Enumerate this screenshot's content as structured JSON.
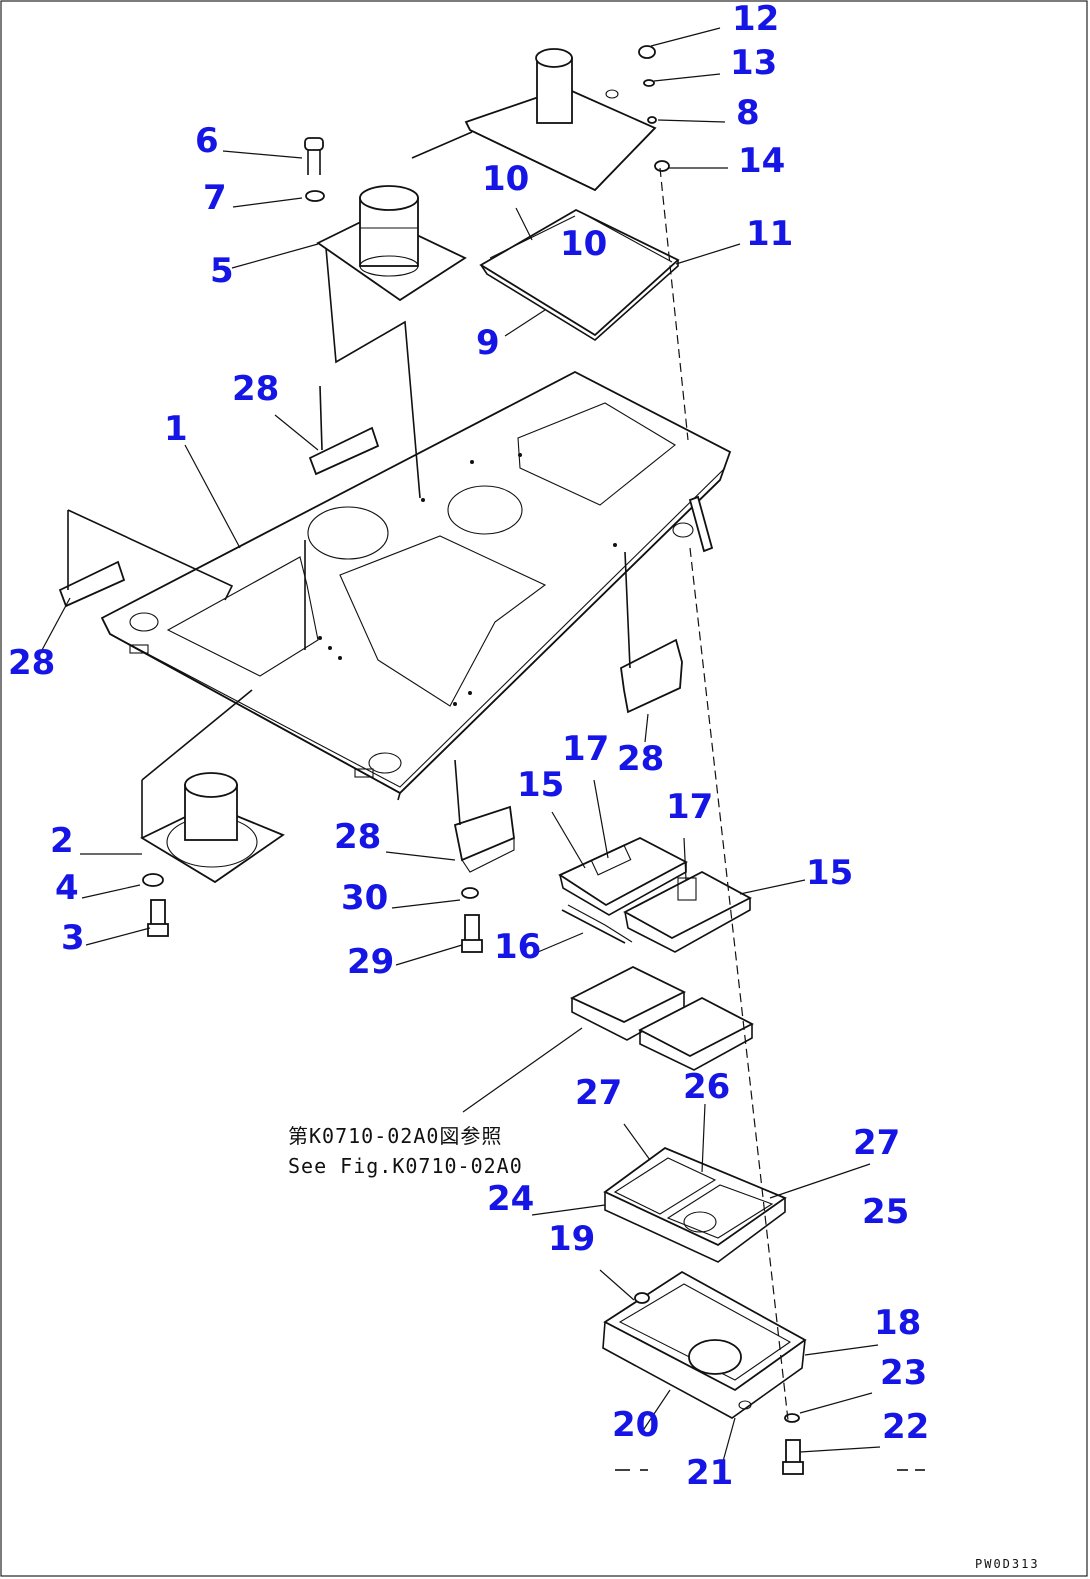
{
  "callouts": [
    {
      "id": "c12",
      "text": "12"
    },
    {
      "id": "c13",
      "text": "13"
    },
    {
      "id": "c8",
      "text": "8"
    },
    {
      "id": "c14",
      "text": "14"
    },
    {
      "id": "c6",
      "text": "6"
    },
    {
      "id": "c7",
      "text": "7"
    },
    {
      "id": "c10a",
      "text": "10"
    },
    {
      "id": "c10b",
      "text": "10"
    },
    {
      "id": "c11",
      "text": "11"
    },
    {
      "id": "c5",
      "text": "5"
    },
    {
      "id": "c9",
      "text": "9"
    },
    {
      "id": "c28a",
      "text": "28"
    },
    {
      "id": "c1",
      "text": "1"
    },
    {
      "id": "c28b",
      "text": "28"
    },
    {
      "id": "c28c",
      "text": "28"
    },
    {
      "id": "c17a",
      "text": "17"
    },
    {
      "id": "c15a",
      "text": "15"
    },
    {
      "id": "c17b",
      "text": "17"
    },
    {
      "id": "c2",
      "text": "2"
    },
    {
      "id": "c28d",
      "text": "28"
    },
    {
      "id": "c15b",
      "text": "15"
    },
    {
      "id": "c4",
      "text": "4"
    },
    {
      "id": "c30",
      "text": "30"
    },
    {
      "id": "c3",
      "text": "3"
    },
    {
      "id": "c29",
      "text": "29"
    },
    {
      "id": "c16",
      "text": "16"
    },
    {
      "id": "c27a",
      "text": "27"
    },
    {
      "id": "c26",
      "text": "26"
    },
    {
      "id": "c27b",
      "text": "27"
    },
    {
      "id": "c24",
      "text": "24"
    },
    {
      "id": "c25",
      "text": "25"
    },
    {
      "id": "c19",
      "text": "19"
    },
    {
      "id": "c18",
      "text": "18"
    },
    {
      "id": "c23",
      "text": "23"
    },
    {
      "id": "c20",
      "text": "20"
    },
    {
      "id": "c22",
      "text": "22"
    },
    {
      "id": "c21",
      "text": "21"
    }
  ],
  "reference_note": {
    "line1": "第K0710-02A0図参照",
    "line2": "See Fig.K0710-02A0"
  },
  "drawing_code": "PW0D313"
}
